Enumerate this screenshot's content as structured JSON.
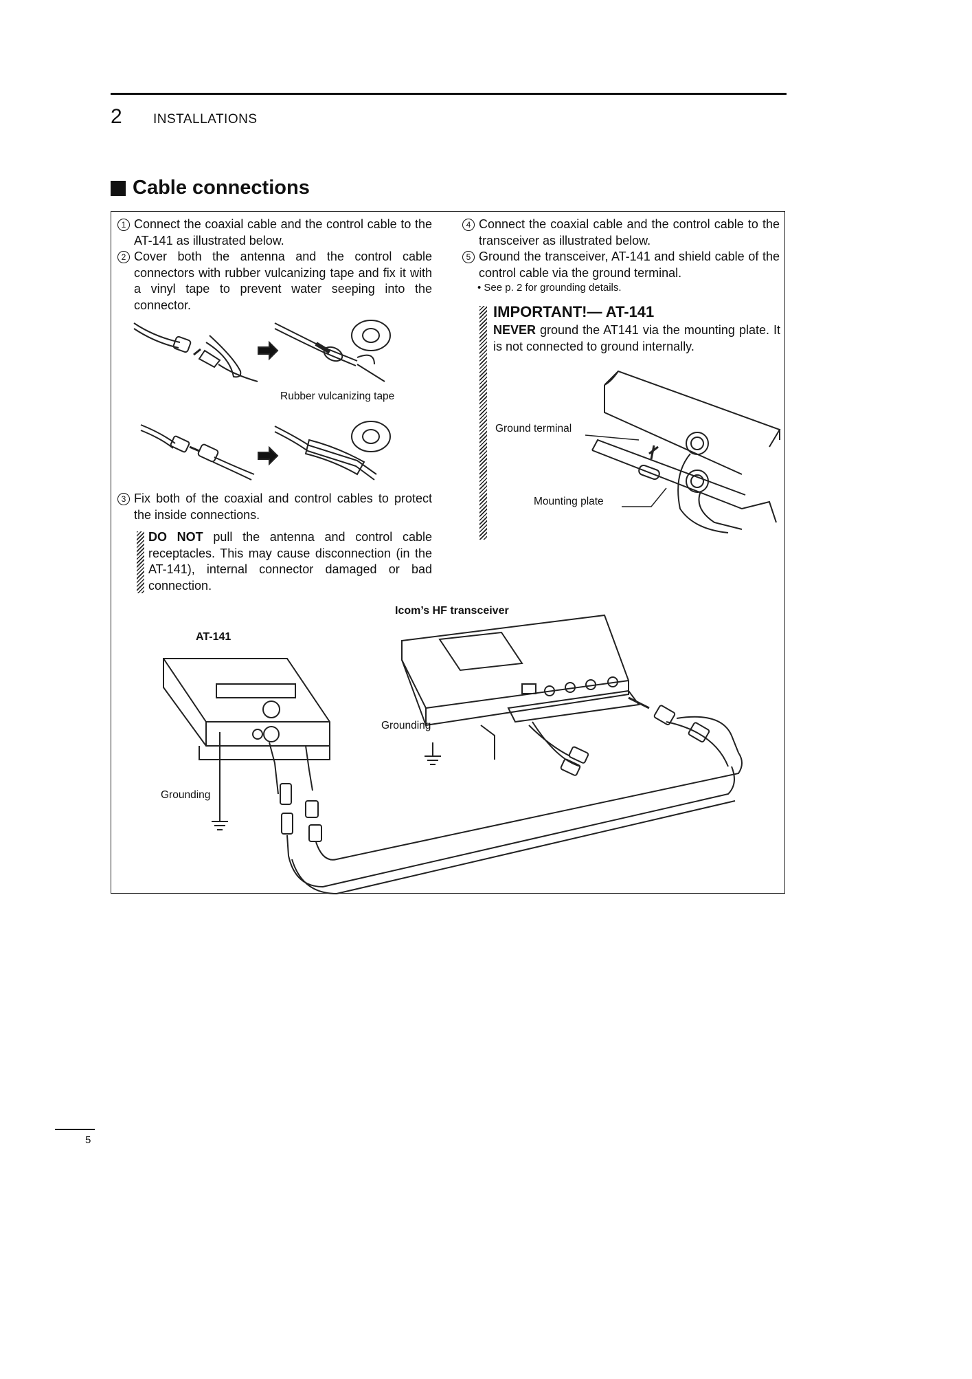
{
  "header": {
    "chapter_number": "2",
    "chapter_title": "INSTALLATIONS"
  },
  "section": {
    "title": "Cable connections"
  },
  "steps": [
    {
      "num": "1",
      "text": "Connect the coaxial cable and the control cable to the AT-141 as illustrated below."
    },
    {
      "num": "2",
      "text": "Cover both the antenna and the control cable connectors with rubber vulcanizing tape and fix it with a vinyl tape to prevent water seeping into the connector."
    },
    {
      "num": "3",
      "text": "Fix both of the coaxial and control cables to protect the inside connections."
    },
    {
      "num": "4",
      "text": "Connect the coaxial cable and the control cable to the transceiver as illustrated below."
    },
    {
      "num": "5",
      "text": "Ground the transceiver, AT-141 and shield cable of the control cable via the ground terminal."
    }
  ],
  "step5_note": "• See p. 2 for grounding details.",
  "do_not_note": {
    "bold": "DO NOT",
    "text": " pull the antenna and control cable receptacles. This may cause disconnection (in the AT-141), internal connector damaged or bad connection."
  },
  "important": {
    "title": "IMPORTANT!— AT-141",
    "bold": "NEVER",
    "text": " ground the AT141 via the mounting plate. It is not connected to ground internally."
  },
  "figure_labels": {
    "rubber_tape": "Rubber vulcanizing tape",
    "ground_terminal": "Ground terminal",
    "mounting_plate": "Mounting plate",
    "transceiver": "Icom’s HF transceiver",
    "at141": "AT-141",
    "grounding_1": "Grounding",
    "grounding_2": "Grounding"
  },
  "footer": {
    "page_number": "5"
  }
}
